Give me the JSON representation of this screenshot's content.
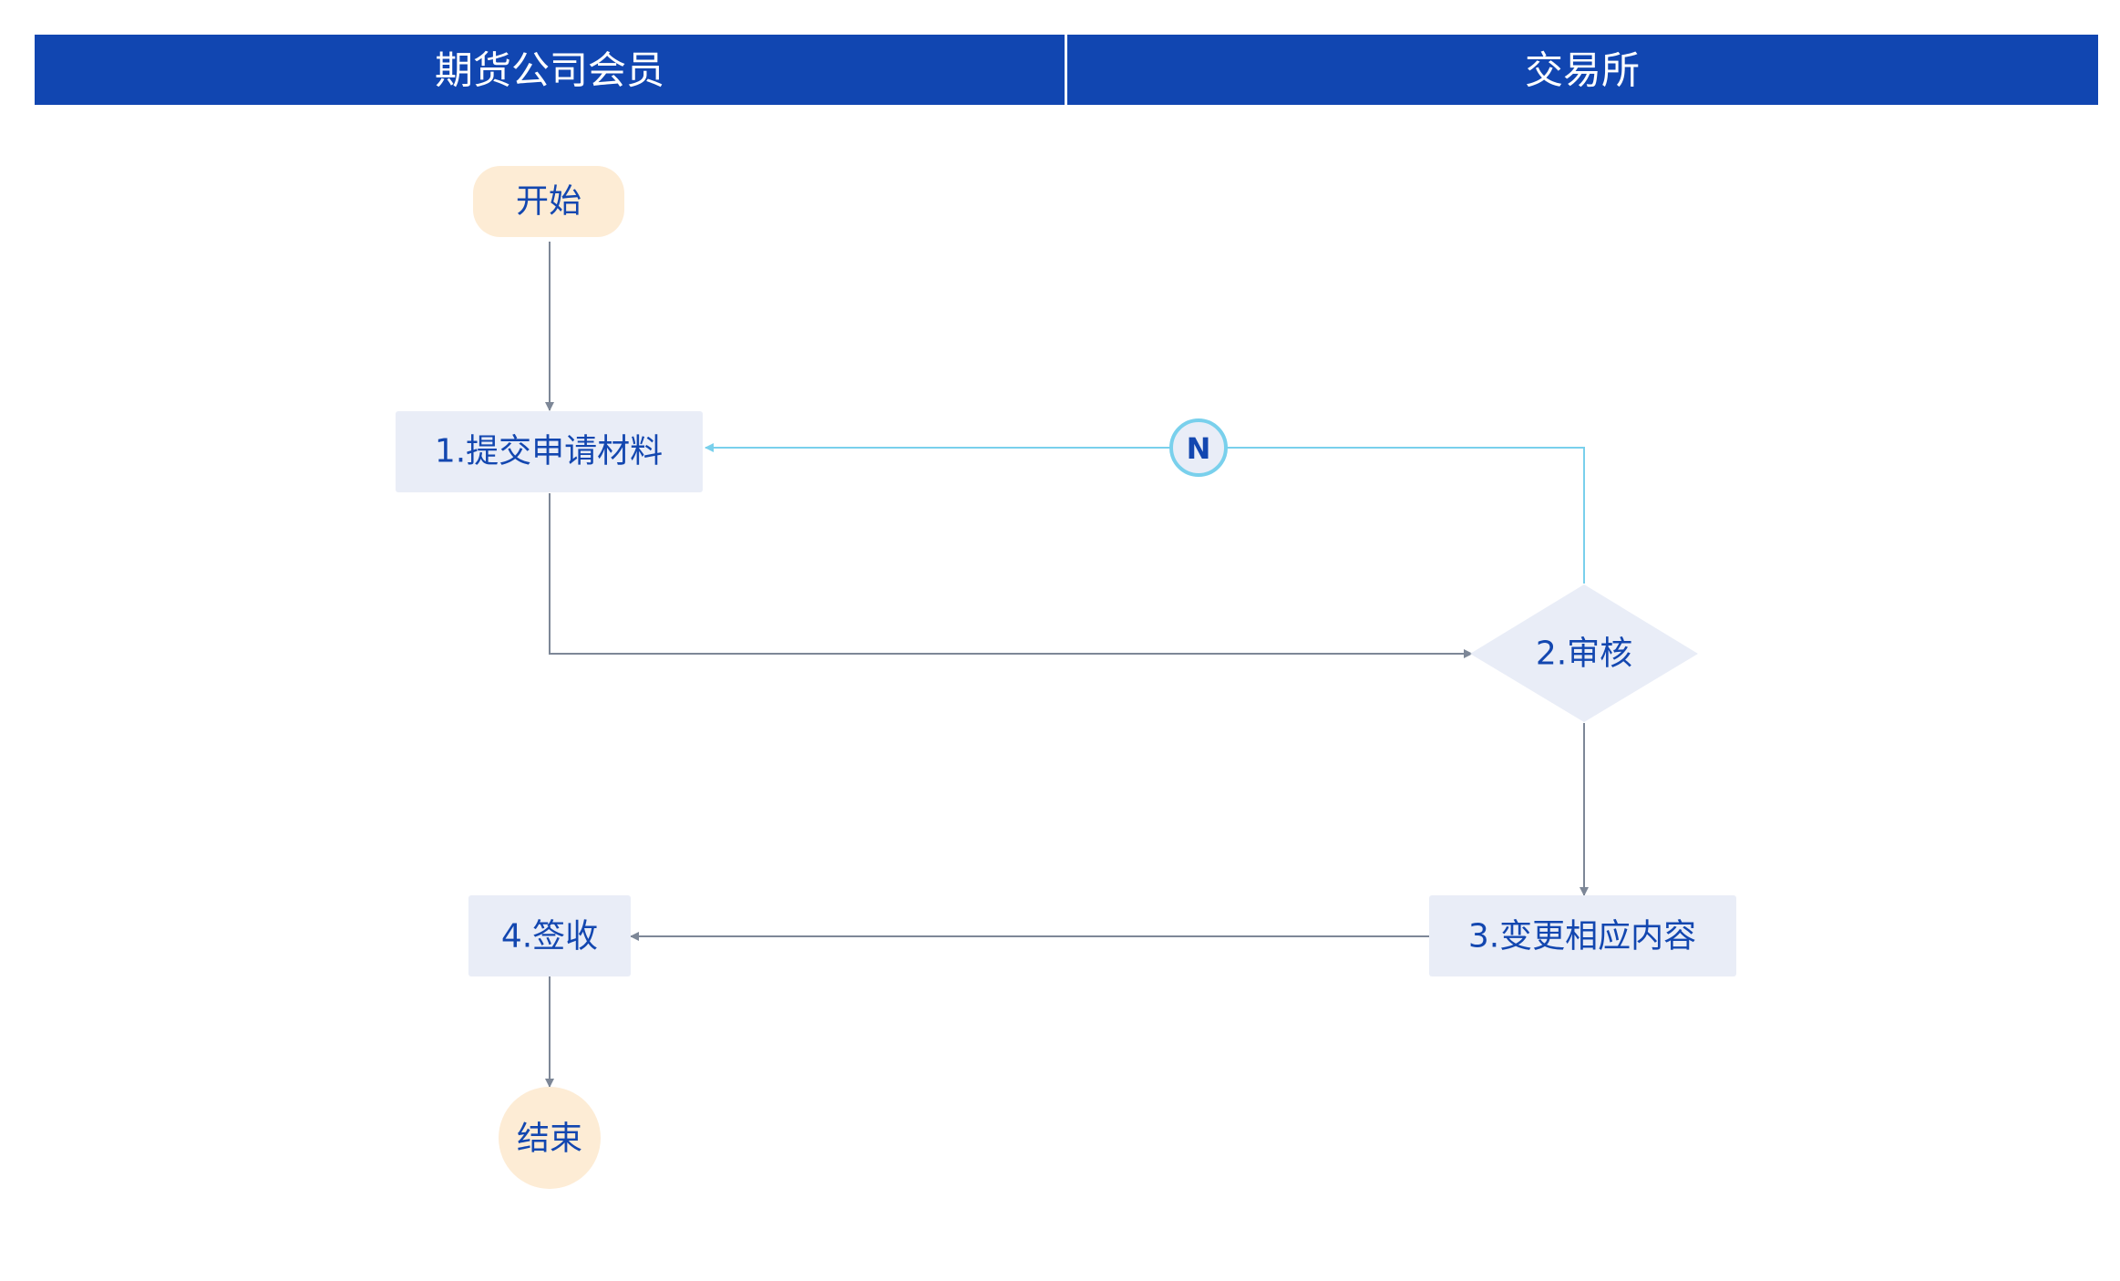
{
  "lanes": [
    {
      "title": "期货公司会员"
    },
    {
      "title": "交易所"
    }
  ],
  "nodes": {
    "start": {
      "label": "开始"
    },
    "submit": {
      "label": "1.提交申请材料"
    },
    "review": {
      "label": "2.审核"
    },
    "change": {
      "label": "3.变更相应内容"
    },
    "sign": {
      "label": "4.签收"
    },
    "end": {
      "label": "结束"
    }
  },
  "reject_badge": {
    "label": "N"
  },
  "colors": {
    "header": "#1146b1",
    "node_fill": "#e9edf7",
    "terminal_fill": "#fdecd5",
    "text": "#1347b0",
    "arrow": "#7d8797",
    "reject_arrow": "#79d0ec"
  }
}
